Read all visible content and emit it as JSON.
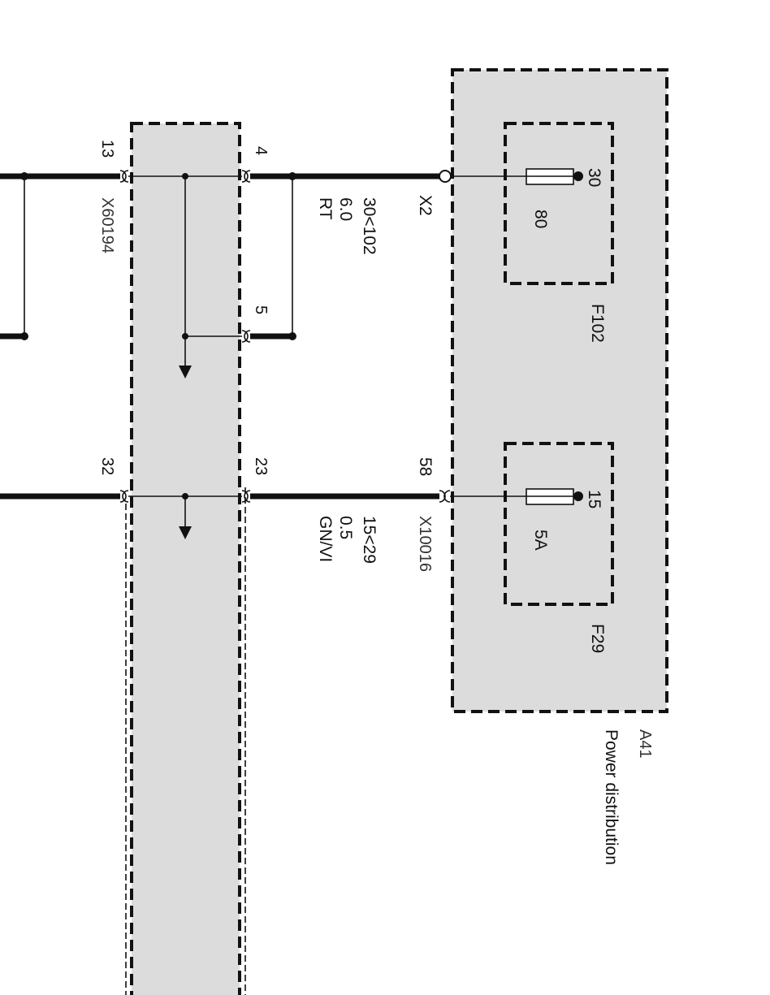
{
  "module": {
    "id": "A41",
    "name": "Power distribution"
  },
  "fuses": [
    {
      "id": "F102",
      "terminal": "30",
      "rating": "80"
    },
    {
      "id": "F29",
      "terminal": "15",
      "rating": "5A"
    }
  ],
  "module_pins": [
    {
      "pin": "X2"
    },
    {
      "pin": "58",
      "connector": "X10016"
    }
  ],
  "connector_left": {
    "id": "X60194",
    "pins": [
      "13",
      "32"
    ]
  },
  "connector_right": {
    "pins": [
      "4",
      "5",
      "23"
    ]
  },
  "wires": [
    {
      "circuit": "30<102",
      "size": "6.0",
      "color": "RT"
    },
    {
      "circuit": "15<29",
      "size": "0.5",
      "color": "GN/VI"
    }
  ],
  "colors": {
    "module_fill": "#dcdcdc",
    "wire": "#111111",
    "background": "#ffffff"
  }
}
